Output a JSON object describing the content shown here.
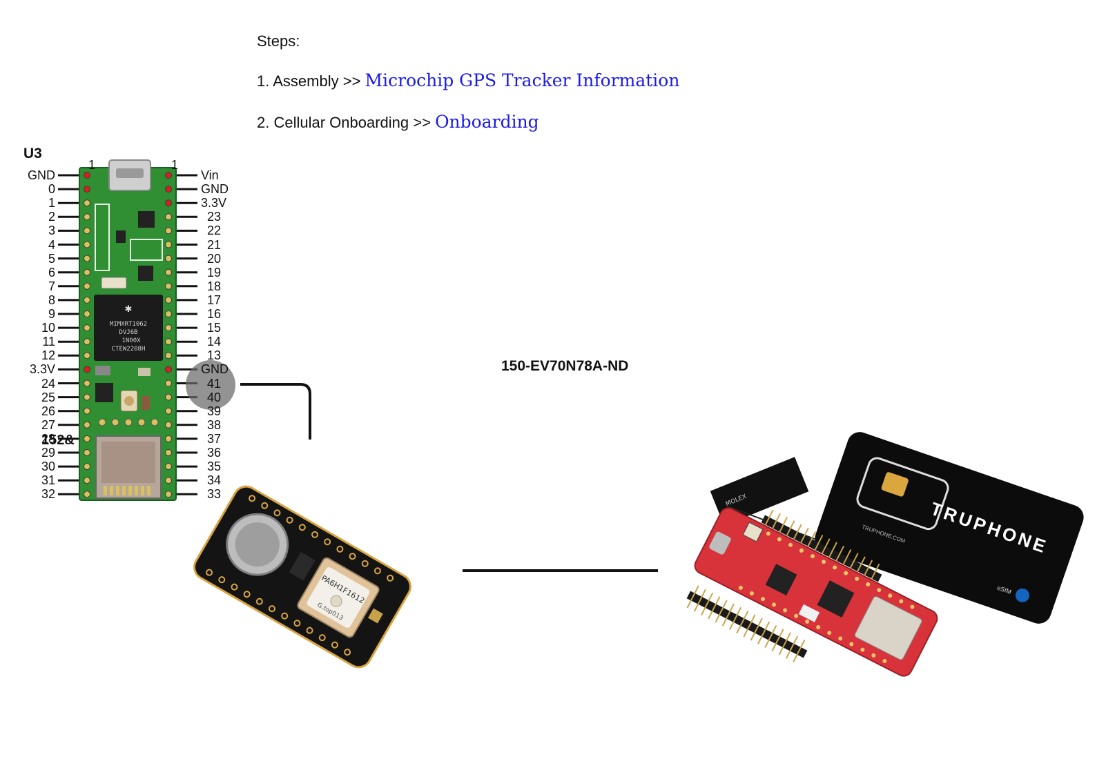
{
  "instructions": {
    "title": "Steps:",
    "steps": [
      {
        "prefix": "1. Assembly >> ",
        "link": "Microchip GPS Tracker Information"
      },
      {
        "prefix": "2. Cellular Onboarding >> ",
        "link": "Onboarding"
      }
    ]
  },
  "teensy": {
    "ref": "U3",
    "pin_one_marker": "1",
    "chip_lines": [
      "MIMXRT1062",
      "DVJ6B",
      "1N00X",
      "CTEW2208H"
    ],
    "left_pins": [
      "GND",
      "0",
      "1",
      "2",
      "3",
      "4",
      "5",
      "6",
      "7",
      "8",
      "9",
      "10",
      "11",
      "12",
      "3.3V",
      "24",
      "25",
      "26",
      "27",
      "28",
      "29",
      "30",
      "31",
      "32"
    ],
    "right_pins": [
      "Vin",
      "GND",
      "3.3V",
      "23",
      "22",
      "21",
      "20",
      "19",
      "18",
      "17",
      "16",
      "15",
      "14",
      "13",
      "GND",
      "41",
      "40",
      "39",
      "38",
      "37",
      "36",
      "35",
      "34",
      "33"
    ]
  },
  "gps_module": {
    "ref": "152&",
    "chip_label": "PA6H1F1612",
    "patch_label": "G.top013"
  },
  "cellular_kit": {
    "part_number": "150-EV70N78A-ND",
    "sim_brand": "TRUPHONE",
    "sim_url": "TRUPHONE.COM",
    "esim": "eSIM",
    "antenna_text": "MOLEX"
  },
  "colors": {
    "link": "#1a1ae6",
    "pcb_green": "#2f8f32",
    "pin_red": "#d92020",
    "wire": "#111111",
    "cell_board_red": "#d8323a",
    "sim_black": "#0c0c0c"
  }
}
